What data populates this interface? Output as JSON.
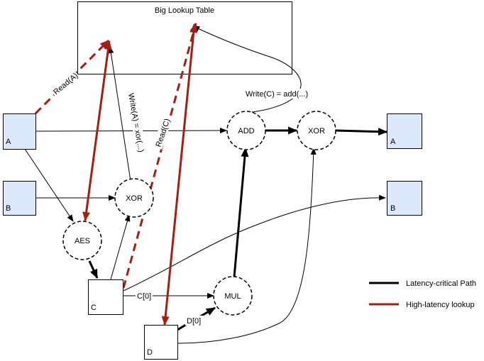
{
  "table": {
    "label": "Big Lookup Table"
  },
  "inputs": {
    "a": "A",
    "b": "B",
    "c": "C",
    "d": "D"
  },
  "outputs": {
    "a": "A",
    "b": "B"
  },
  "ops": {
    "aes": "AES",
    "xor_left": "XOR",
    "add": "ADD",
    "xor_right": "XOR",
    "mul": "MUL"
  },
  "edge_labels": {
    "read_a": "Read(A)",
    "read_c": "Read(C)",
    "write_a": "Write(A) = xor(...)",
    "write_c": "Write(C) = add(...)",
    "c0": "C[0]",
    "d0": "D[0]"
  },
  "legend": {
    "critical": "Latency-critical Path",
    "lookup": "High-latency lookup"
  },
  "colors": {
    "input_fill": "#dce8fb",
    "critical": "#000000",
    "lookup": "#a41e11",
    "node_fill": "#ffffff"
  }
}
